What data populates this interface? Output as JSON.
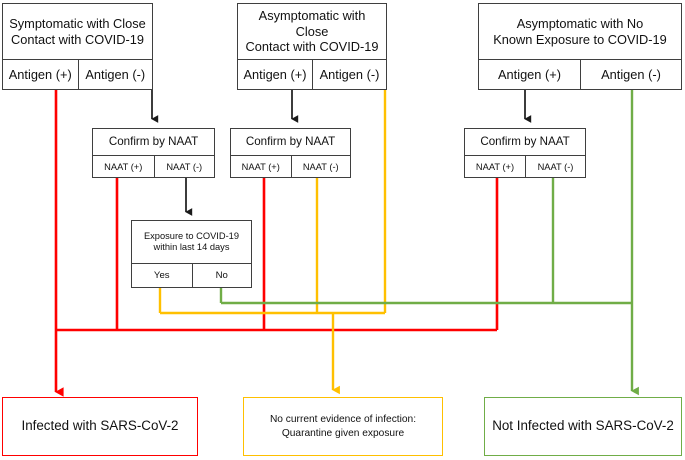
{
  "diagram": {
    "title": "COVID-19 antigen testing decision flowchart",
    "colors": {
      "red": "#FF0000",
      "amber": "#FFC000",
      "green": "#70AD47",
      "box_border": "#3f3f3f",
      "background": "#ffffff",
      "text": "#111111"
    }
  },
  "scenarios": [
    {
      "id": "symptomatic-close-contact",
      "title_line1": "Symptomatic with Close",
      "title_line2": "Contact with COVID-19",
      "antigen_positive": "Antigen (+)",
      "antigen_negative": "Antigen (-)"
    },
    {
      "id": "asymptomatic-close-contact",
      "title_line1": "Asymptomatic with Close",
      "title_line2": "Contact with COVID-19",
      "antigen_positive": "Antigen (+)",
      "antigen_negative": "Antigen (-)"
    },
    {
      "id": "asymptomatic-no-exposure",
      "title_line1": "Asymptomatic with No",
      "title_line2": "Known Exposure to COVID-19",
      "antigen_positive": "Antigen (+)",
      "antigen_negative": "Antigen (-)"
    }
  ],
  "naat_nodes": [
    {
      "id": "naat-1",
      "title": "Confirm by NAAT",
      "positive": "NAAT (+)",
      "negative": "NAAT (-)"
    },
    {
      "id": "naat-2",
      "title": "Confirm by NAAT",
      "positive": "NAAT (+)",
      "negative": "NAAT (-)"
    },
    {
      "id": "naat-3",
      "title": "Confirm by NAAT",
      "positive": "NAAT (+)",
      "negative": "NAAT (-)"
    }
  ],
  "exposure_node": {
    "id": "exposure-last-14-days",
    "title_line1": "Exposure to COVID-19",
    "title_line2": "within last 14 days",
    "yes": "Yes",
    "no": "No"
  },
  "results": [
    {
      "id": "infected",
      "line1": "Infected with SARS-CoV-2",
      "line2": "",
      "color": "#FF0000"
    },
    {
      "id": "no-evidence-quarantine",
      "line1": "No current evidence of infection:",
      "line2": "Quarantine given exposure",
      "color": "#FFC000"
    },
    {
      "id": "not-infected",
      "line1": "Not Infected with SARS-CoV-2",
      "line2": "",
      "color": "#70AD47"
    }
  ]
}
